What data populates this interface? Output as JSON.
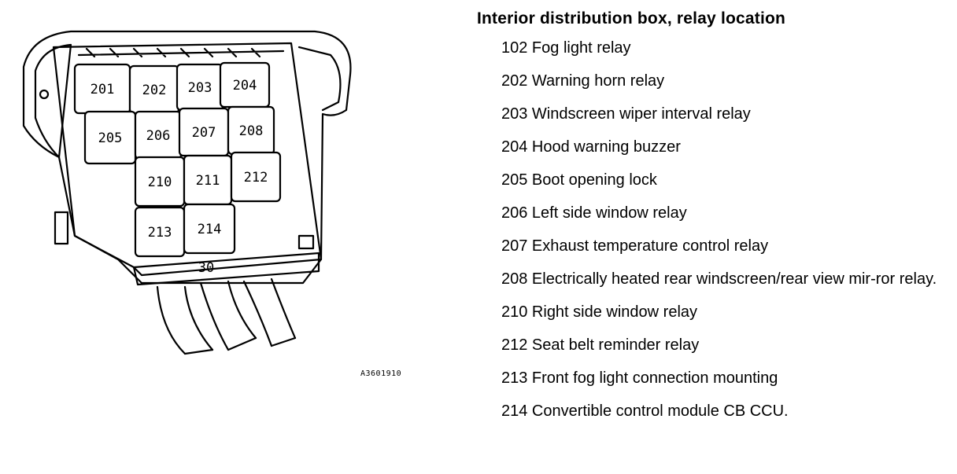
{
  "diagram": {
    "relays": [
      {
        "label": "201"
      },
      {
        "label": "202"
      },
      {
        "label": "203"
      },
      {
        "label": "204"
      },
      {
        "label": "205"
      },
      {
        "label": "206"
      },
      {
        "label": "207"
      },
      {
        "label": "208"
      },
      {
        "label": "210"
      },
      {
        "label": "211"
      },
      {
        "label": "212"
      },
      {
        "label": "213"
      },
      {
        "label": "214"
      }
    ],
    "connector_label": "30",
    "figure_id": "A3601910"
  },
  "legend": {
    "title": "Interior distribution box, relay location",
    "items": [
      "102 Fog light relay",
      "202 Warning horn relay",
      "203 Windscreen wiper interval relay",
      "204 Hood warning buzzer",
      "205 Boot opening lock",
      "206 Left side window relay",
      "207 Exhaust temperature control relay",
      "208 Electrically heated rear windscreen/rear view mir-ror relay.",
      "210 Right side window relay",
      "212 Seat belt reminder relay",
      "213 Front fog light connection mounting",
      "214 Convertible control module CB CCU."
    ]
  }
}
